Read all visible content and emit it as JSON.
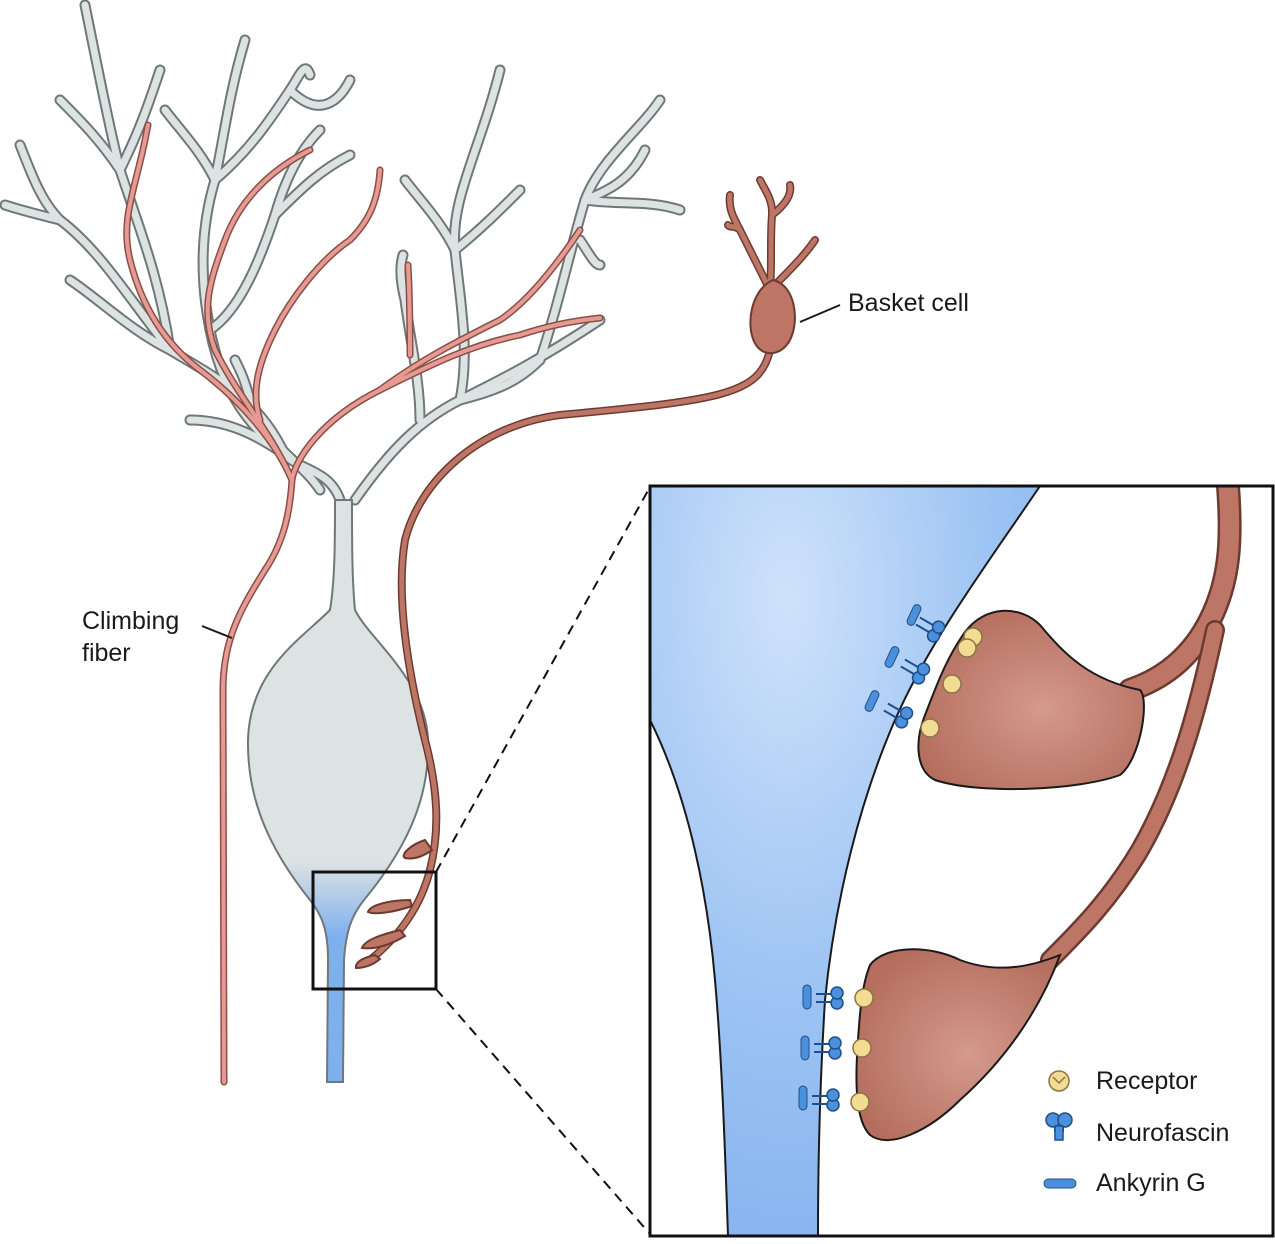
{
  "labels": {
    "basket_cell": "Basket cell",
    "climbing_fiber_line1": "Climbing",
    "climbing_fiber_line2": "fiber"
  },
  "legend": {
    "receptor": "Receptor",
    "neurofascin": "Neurofascin",
    "ankyrin": "Ankyrin G"
  },
  "colors": {
    "purkinje_dendrite": "#dde3e3",
    "purkinje_outline": "#6f7878",
    "axon_initial_segment": "#7fb0ee",
    "climbing_fiber": "#e59a92",
    "basket_cell": "#bd7666",
    "receptor": "#f2dc93",
    "neurofascin": "#4a90db"
  }
}
